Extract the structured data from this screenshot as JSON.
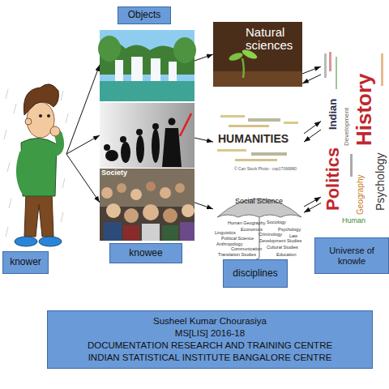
{
  "diagram": {
    "nodes": [
      {
        "text": [
          "Objects"
        ]
      },
      {
        "text": [
          "knower"
        ]
      },
      {
        "text": [
          "knowee"
        ]
      },
      {
        "text": [
          "Society"
        ],
        "in": 2
      },
      {
        "text": [
          "disciplines"
        ]
      },
      {
        "text": [
          "Natural sciences"
        ],
        "in": 4
      },
      {
        "text": [
          "HUMANITIES",
          "© Can Stock Photo - csp17066880"
        ],
        "in": 4
      },
      {
        "text": [
          "Social Science",
          "Human Geography",
          "Economics",
          "Sociology",
          "Psychology",
          "Linguistics",
          "Political Science",
          "Criminology",
          "Law",
          "Anthropology",
          "Development Studies",
          "Communication",
          "Cultural Studies",
          "Translation Studies",
          "Education"
        ],
        "in": 4
      },
      {
        "text": [
          "Universe of knowle",
          "History",
          "Psychology",
          "Politics",
          "Indian",
          "Development",
          "Geography",
          "Human"
        ]
      },
      {
        "text": [
          "Susheel Kumar Chourasiya",
          "MS[LIS] 2016-18",
          "DOCUMENTATION RESEARCH AND TRAINING CENTRE",
          "INDIAN STATISTICAL INSTITUTE BANGALORE CENTRE"
        ]
      }
    ],
    "edges": [
      {
        "from": 1,
        "to": 2,
        "arrow": "to"
      },
      {
        "from": 1,
        "to": 2,
        "arrow": "to"
      },
      {
        "from": 1,
        "to": 3,
        "arrow": "to"
      },
      {
        "from": 2,
        "to": 5,
        "arrow": "to"
      },
      {
        "from": 2,
        "to": 6,
        "arrow": "to"
      },
      {
        "from": 3,
        "to": 7,
        "arrow": "to"
      },
      {
        "from": 5,
        "to": 8,
        "arrow": "to"
      },
      {
        "from": 8,
        "to": 5,
        "arrow": "to"
      },
      {
        "from": 6,
        "to": 8,
        "arrow": "to"
      },
      {
        "from": 8,
        "to": 6,
        "arrow": "to"
      },
      {
        "from": 7,
        "to": 8,
        "arrow": "to"
      },
      {
        "from": 8,
        "to": 7,
        "arrow": "to"
      }
    ]
  }
}
